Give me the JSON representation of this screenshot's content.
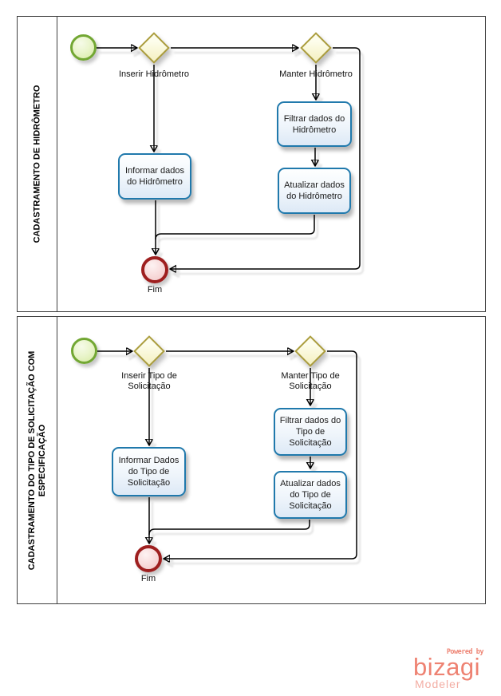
{
  "diagram": {
    "pools": [
      {
        "label": "CADASTRAMENTO DE HIDRÔMETRO",
        "elements": {
          "gateway_insert": "Inserir Hidrômetro",
          "gateway_maintain": "Manter Hidrômetro",
          "task_inform": "Informar dados do Hidrômetro",
          "task_filter": "Filtrar dados do Hidrômetro",
          "task_update": "Atualizar dados do Hidrômetro",
          "end_event": "Fim"
        }
      },
      {
        "label": "CADASTRAMENTO DO TIPO DE SOLICITAÇÃO COM ESPECIFICAÇÃO",
        "elements": {
          "gateway_insert": "Inserir Tipo de Solicitação",
          "gateway_maintain": "Manter Tipo de Solicitação",
          "task_inform": "Informar Dados do Tipo de Solicitação",
          "task_filter": "Filtrar dados do Tipo de Solicitação",
          "task_update": "Atualizar dados do Tipo de Solicitação",
          "end_event": "Fim"
        }
      }
    ]
  },
  "branding": {
    "powered_by": "Powered by",
    "logo": "bizagi",
    "product": "Modeler"
  },
  "colors": {
    "task_border": "#2079ac",
    "gateway_border": "#ab9d3c",
    "start_border": "#72a733",
    "end_border": "#9e1f1f",
    "brand_coral": "#ee8272"
  }
}
